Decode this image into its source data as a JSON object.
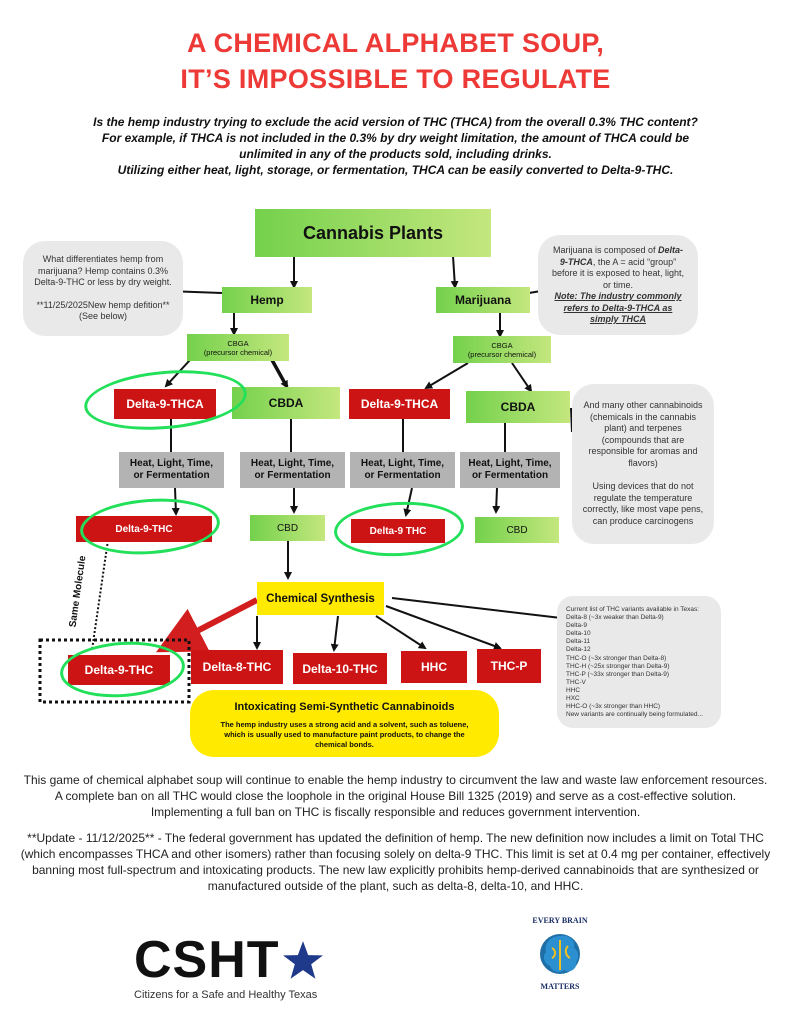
{
  "title": {
    "line1": "A CHEMICAL ALPHABET SOUP,",
    "line2": "IT’S IMPOSSIBLE TO REGULATE"
  },
  "intro": {
    "line1": "Is the hemp industry trying to exclude the acid version of THC (THCA) from the overall 0.3% THC content?",
    "line2": "For example, if THCA is not included in the 0.3% by dry weight limitation, the amount of THCA could be",
    "line3": "unlimited in any of the products sold, including drinks.",
    "line4": "Utilizing either heat, light, storage, or fermentation, THCA can be easily converted to Delta-9-THC."
  },
  "diagram": {
    "cannabis_plants": "Cannabis Plants",
    "hemp": "Hemp",
    "marijuana": "Marijuana",
    "cbga_label": "CBGA",
    "cbga_sub": "(precursor chemical)",
    "delta9_thca": "Delta-9-THCA",
    "cbda": "CBDA",
    "heat_line1": "Heat, Light, Time,",
    "heat_line2": "or Fermentation",
    "delta9_thc": "Delta-9-THC",
    "delta9_thc_space": "Delta-9 THC",
    "cbd": "CBD",
    "same_molecule": "Same Molecule",
    "chemical_synthesis": "Chemical Synthesis",
    "products": [
      "Delta-8-THC",
      "Delta-10-THC",
      "HHC",
      "THC-P"
    ],
    "intox_title": "Intoxicating Semi-Synthetic Cannabinoids",
    "intox_body": "The hemp industry uses a strong acid and a solvent, such as toluene, which is usually used to manufacture paint products, to change the chemical bonds."
  },
  "bubbles": {
    "hemp_def_1": "What differentiates hemp from marijuana?  Hemp contains 0.3% Delta-9-THC or less by dry weight.",
    "hemp_def_2": "**11/25/2025New hemp defition**",
    "hemp_def_3": "(See below)",
    "marijuana_1": "Marijuana is composed of",
    "marijuana_2": "Delta-9-THCA",
    "marijuana_3": ", the A = acid “group” before it is exposed to heat, light, or time.",
    "marijuana_note": "Note: The industry commonly refers to Delta-9-THCA as simply THCA",
    "other_1": "And many other cannabinoids (chemicals in the cannabis plant) and terpenes (compounds that are responsible for aromas and flavors)",
    "other_2": "Using devices that do not regulate the temperature correctly, like most vape pens, can produce carcinogens"
  },
  "variants": [
    "Current list of THC variants available in Texas:",
    "Delta-8 (~3x weaker than Delta-9)",
    "Delta-9",
    "Delta-10",
    "Delta-11",
    "Delta-12",
    "THC-O (~3x stronger than Delta-8)",
    "THC-H (~25x stronger than Delta-9)",
    "THC-P (~33x stronger than Delta-9)",
    "THC-V",
    "HHC",
    "HXC",
    "HHC-O (~3x stronger than HHC)",
    "New variants are continually being formulated..."
  ],
  "body": {
    "para1": "This game of chemical alphabet soup will continue to enable the hemp industry to circumvent the law and waste law enforcement resources. A complete ban on all THC would close the loophole in the original House Bill 1325 (2019) and serve as a cost-effective solution. Implementing a full ban on THC is fiscally responsible and reduces government intervention.",
    "para2": "**Update - 11/12/2025** - The federal government has updated the definition of hemp. The new definition now includes a limit on Total THC (which encompasses THCA and other isomers) rather than focusing solely on delta-9 THC. This limit is set at 0.4 mg per container, effectively banning most full-spectrum and intoxicating products. The new law explicitly prohibits hemp-derived cannabinoids that are synthesized or manufactured outside of the plant, such as delta-8, delta-10, and HHC."
  },
  "logos": {
    "csht": "CSHT",
    "csht_sub": "Citizens for a Safe and Healthy Texas",
    "ebm_1": "EVERY BRAIN",
    "ebm_2": "MATTERS"
  },
  "colors": {
    "title_red": "#ee3a37",
    "box_red": "#cc1414",
    "highlight_green": "#22e05a",
    "synthesis_yellow": "#ffea00",
    "csht_navy": "#1f3a8a"
  }
}
